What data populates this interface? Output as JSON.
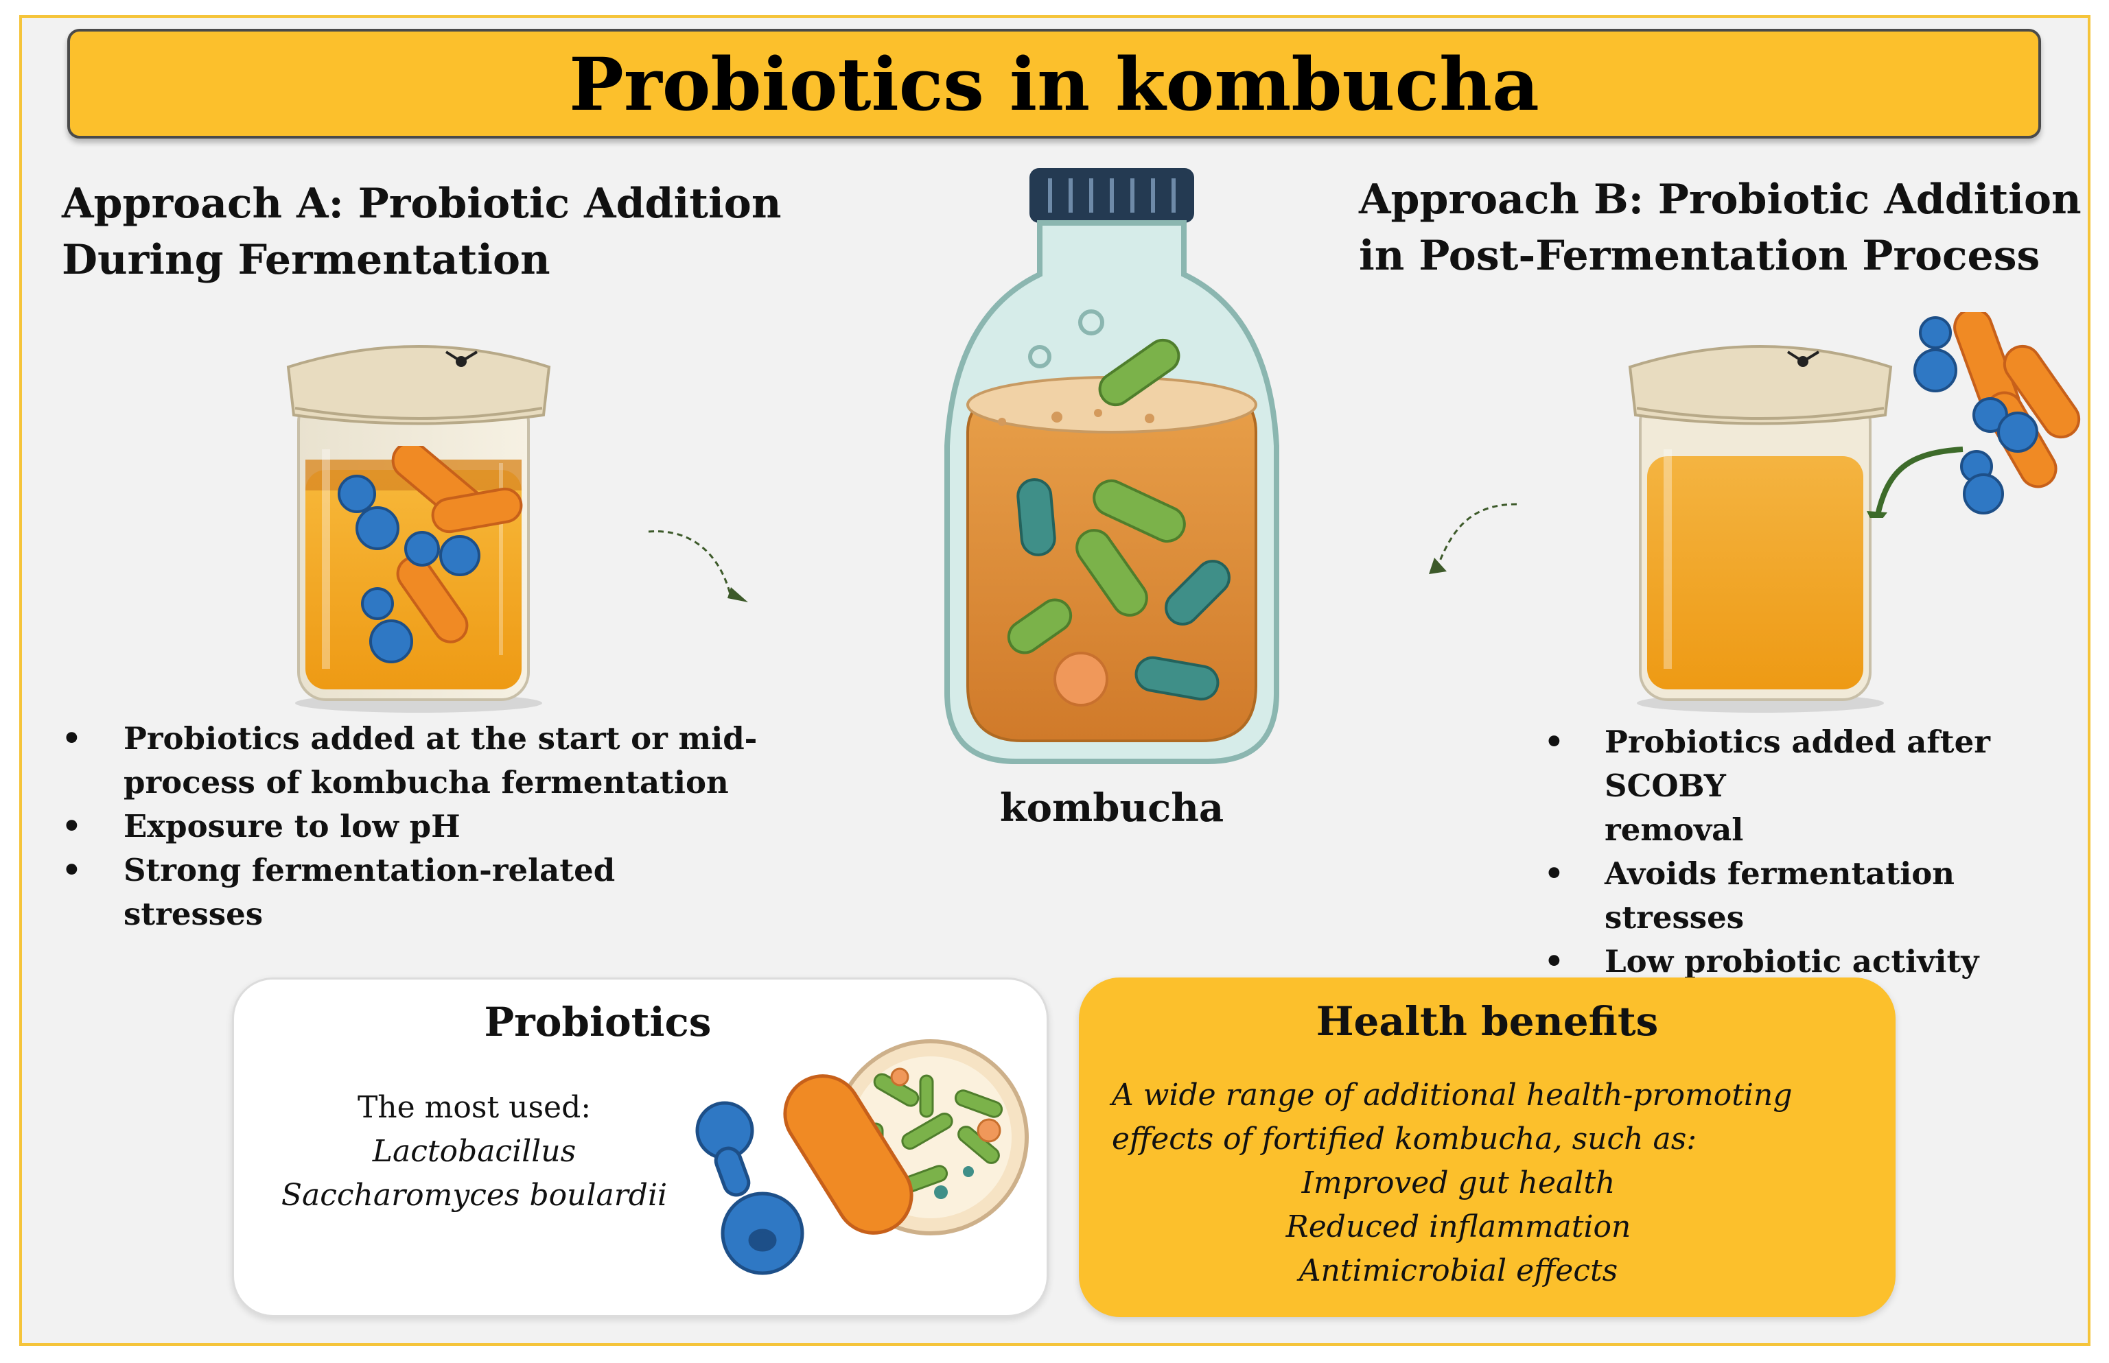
{
  "title": "Probiotics in kombucha",
  "approach_a": {
    "heading_line1": "Approach A: Probiotic Addition",
    "heading_line2": "During Fermentation",
    "bullets": [
      "Probiotics added at the start or mid-",
      "process of kombucha fermentation",
      "Exposure to low pH",
      "Strong fermentation-related stresses"
    ]
  },
  "approach_b": {
    "heading_line1": "Approach B: Probiotic Addition",
    "heading_line2": "in Post-Fermentation Process",
    "bullets": [
      "Probiotics added after SCOBY",
      "removal",
      "Avoids fermentation stresses",
      "Low probiotic activity"
    ]
  },
  "center_label": "kombucha",
  "bullet_glyph": "•",
  "probiotics_box": {
    "title": "Probiotics",
    "intro": "The most used:",
    "items": [
      "Lactobacillus",
      "Saccharomyces boulardii"
    ]
  },
  "benefits_box": {
    "title": "Health benefits",
    "intro_line1": "A wide range of additional health-promoting",
    "intro_line2": "effects of fortified kombucha, such as:",
    "items": [
      "Improved gut health",
      "Reduced inflammation",
      "Antimicrobial effects"
    ]
  },
  "colors": {
    "accent_yellow": "#fcc02c",
    "kombucha_orange": "#f0a020",
    "lacto_orange": "#f08a24",
    "yeast_blue": "#2f78c4",
    "green_bacteria": "#7bb24a",
    "teal_bacteria": "#3f8f88",
    "arrow_green": "#3d6b2a"
  }
}
